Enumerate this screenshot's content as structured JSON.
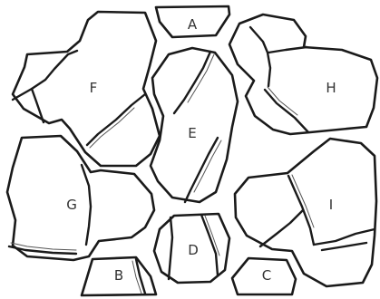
{
  "labels": {
    "a": "A",
    "b": "B",
    "c": "C",
    "d": "D",
    "e": "E",
    "f": "F",
    "g": "G",
    "h": "H",
    "i": "I"
  },
  "colors": {
    "ink": "#1a1a1a",
    "paper": "#ffffff",
    "label": "#333333"
  }
}
